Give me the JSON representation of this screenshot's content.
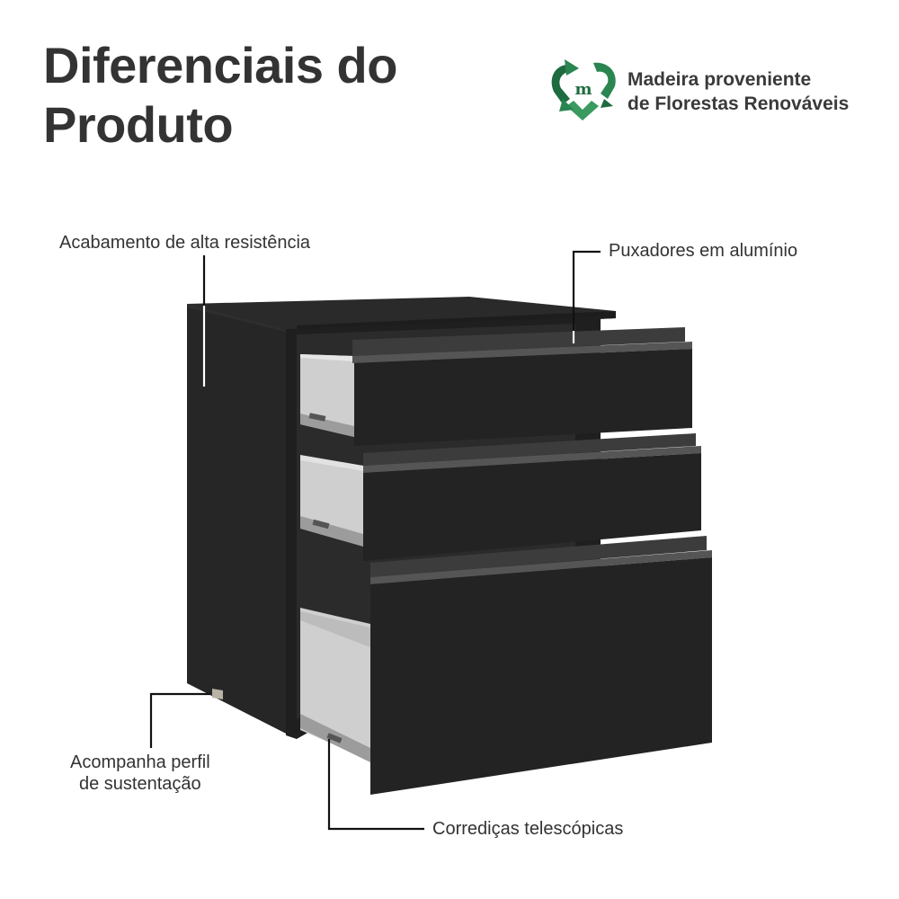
{
  "title": {
    "line1": "Diferenciais do",
    "line2": "Produto"
  },
  "badge": {
    "icon": "recycle-heart-m-icon",
    "line1": "Madeira proveniente",
    "line2": "de Florestas Renováveis",
    "colors": {
      "dark_green": "#1e6b3f",
      "green": "#2a8550",
      "light_green": "#3a9a60"
    }
  },
  "callouts": {
    "acabamento": {
      "text": "Acabamento de alta resistência"
    },
    "puxadores": {
      "text": "Puxadores em alumínio"
    },
    "perfil": {
      "line1": "Acompanha perfil",
      "line2": "de sustentação"
    },
    "corredicas": {
      "text": "Corrediças telescópicas"
    }
  },
  "product": {
    "type": "3-drawer cabinet",
    "drawers": 3,
    "colors": {
      "body": "#262626",
      "front": "#232323",
      "handle": "#4a4a4a",
      "drawer_box": "#c9c9c9"
    }
  }
}
